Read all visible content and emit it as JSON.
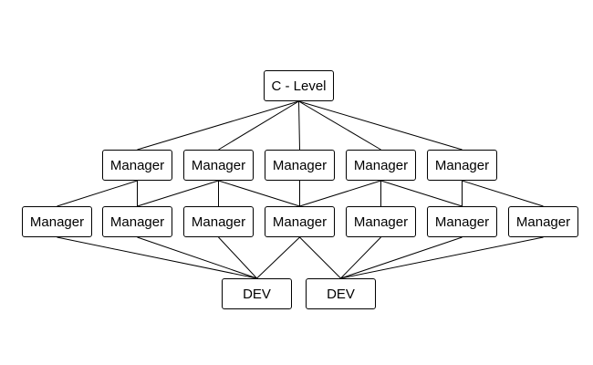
{
  "diagram": {
    "nodes": [
      {
        "id": "c_level",
        "label": "C - Level"
      },
      {
        "id": "m1_1",
        "label": "Manager"
      },
      {
        "id": "m1_2",
        "label": "Manager"
      },
      {
        "id": "m1_3",
        "label": "Manager"
      },
      {
        "id": "m1_4",
        "label": "Manager"
      },
      {
        "id": "m1_5",
        "label": "Manager"
      },
      {
        "id": "m2_1",
        "label": "Manager"
      },
      {
        "id": "m2_2",
        "label": "Manager"
      },
      {
        "id": "m2_3",
        "label": "Manager"
      },
      {
        "id": "m2_4",
        "label": "Manager"
      },
      {
        "id": "m2_5",
        "label": "Manager"
      },
      {
        "id": "m2_6",
        "label": "Manager"
      },
      {
        "id": "m2_7",
        "label": "Manager"
      },
      {
        "id": "dev_1",
        "label": "DEV"
      },
      {
        "id": "dev_2",
        "label": "DEV"
      }
    ],
    "edges": [
      [
        "c_level",
        "m1_1"
      ],
      [
        "c_level",
        "m1_2"
      ],
      [
        "c_level",
        "m1_3"
      ],
      [
        "c_level",
        "m1_4"
      ],
      [
        "c_level",
        "m1_5"
      ],
      [
        "m1_1",
        "m2_1"
      ],
      [
        "m1_1",
        "m2_2"
      ],
      [
        "m1_2",
        "m2_2"
      ],
      [
        "m1_2",
        "m2_3"
      ],
      [
        "m1_2",
        "m2_4"
      ],
      [
        "m1_3",
        "m2_4"
      ],
      [
        "m1_4",
        "m2_4"
      ],
      [
        "m1_4",
        "m2_5"
      ],
      [
        "m1_4",
        "m2_6"
      ],
      [
        "m1_5",
        "m2_6"
      ],
      [
        "m1_5",
        "m2_7"
      ],
      [
        "m2_1",
        "dev_1"
      ],
      [
        "m2_2",
        "dev_1"
      ],
      [
        "m2_3",
        "dev_1"
      ],
      [
        "m2_4",
        "dev_1"
      ],
      [
        "m2_4",
        "dev_2"
      ],
      [
        "m2_5",
        "dev_2"
      ],
      [
        "m2_6",
        "dev_2"
      ],
      [
        "m2_7",
        "dev_2"
      ]
    ]
  }
}
